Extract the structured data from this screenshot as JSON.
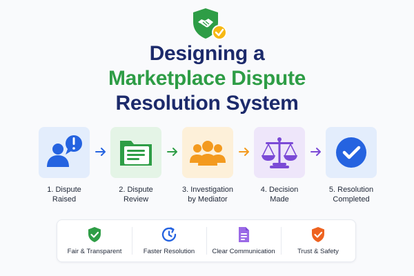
{
  "header": {
    "logo_icon": "shield-handshake-check-icon",
    "title_line1": "Designing a",
    "title_line2": "Marketplace Dispute",
    "title_line3": "Resolution System"
  },
  "colors": {
    "navy": "#1c2a6b",
    "green": "#2e9d46",
    "blue": "#2563e0",
    "orange": "#f39a1f",
    "purple": "#7b4ad6",
    "red_orange": "#ee6320"
  },
  "steps": [
    {
      "line1": "1. Dispute",
      "line2": "Raised",
      "icon": "person-alert-icon"
    },
    {
      "line1": "2. Dispute",
      "line2": "Review",
      "icon": "document-folder-icon"
    },
    {
      "line1": "3. Investigation",
      "line2": "by Mediator",
      "icon": "group-icon"
    },
    {
      "line1": "4. Decision",
      "line2": "Made",
      "icon": "scales-icon"
    },
    {
      "line1": "5. Resolution",
      "line2": "Completed",
      "icon": "check-circle-icon"
    }
  ],
  "benefits": [
    {
      "label": "Fair & Transparent",
      "icon": "shield-check-icon"
    },
    {
      "label": "Faster Resolution",
      "icon": "clock-icon"
    },
    {
      "label": "Clear Communication",
      "icon": "document-icon"
    },
    {
      "label": "Trust & Safety",
      "icon": "shield-check-icon"
    }
  ]
}
